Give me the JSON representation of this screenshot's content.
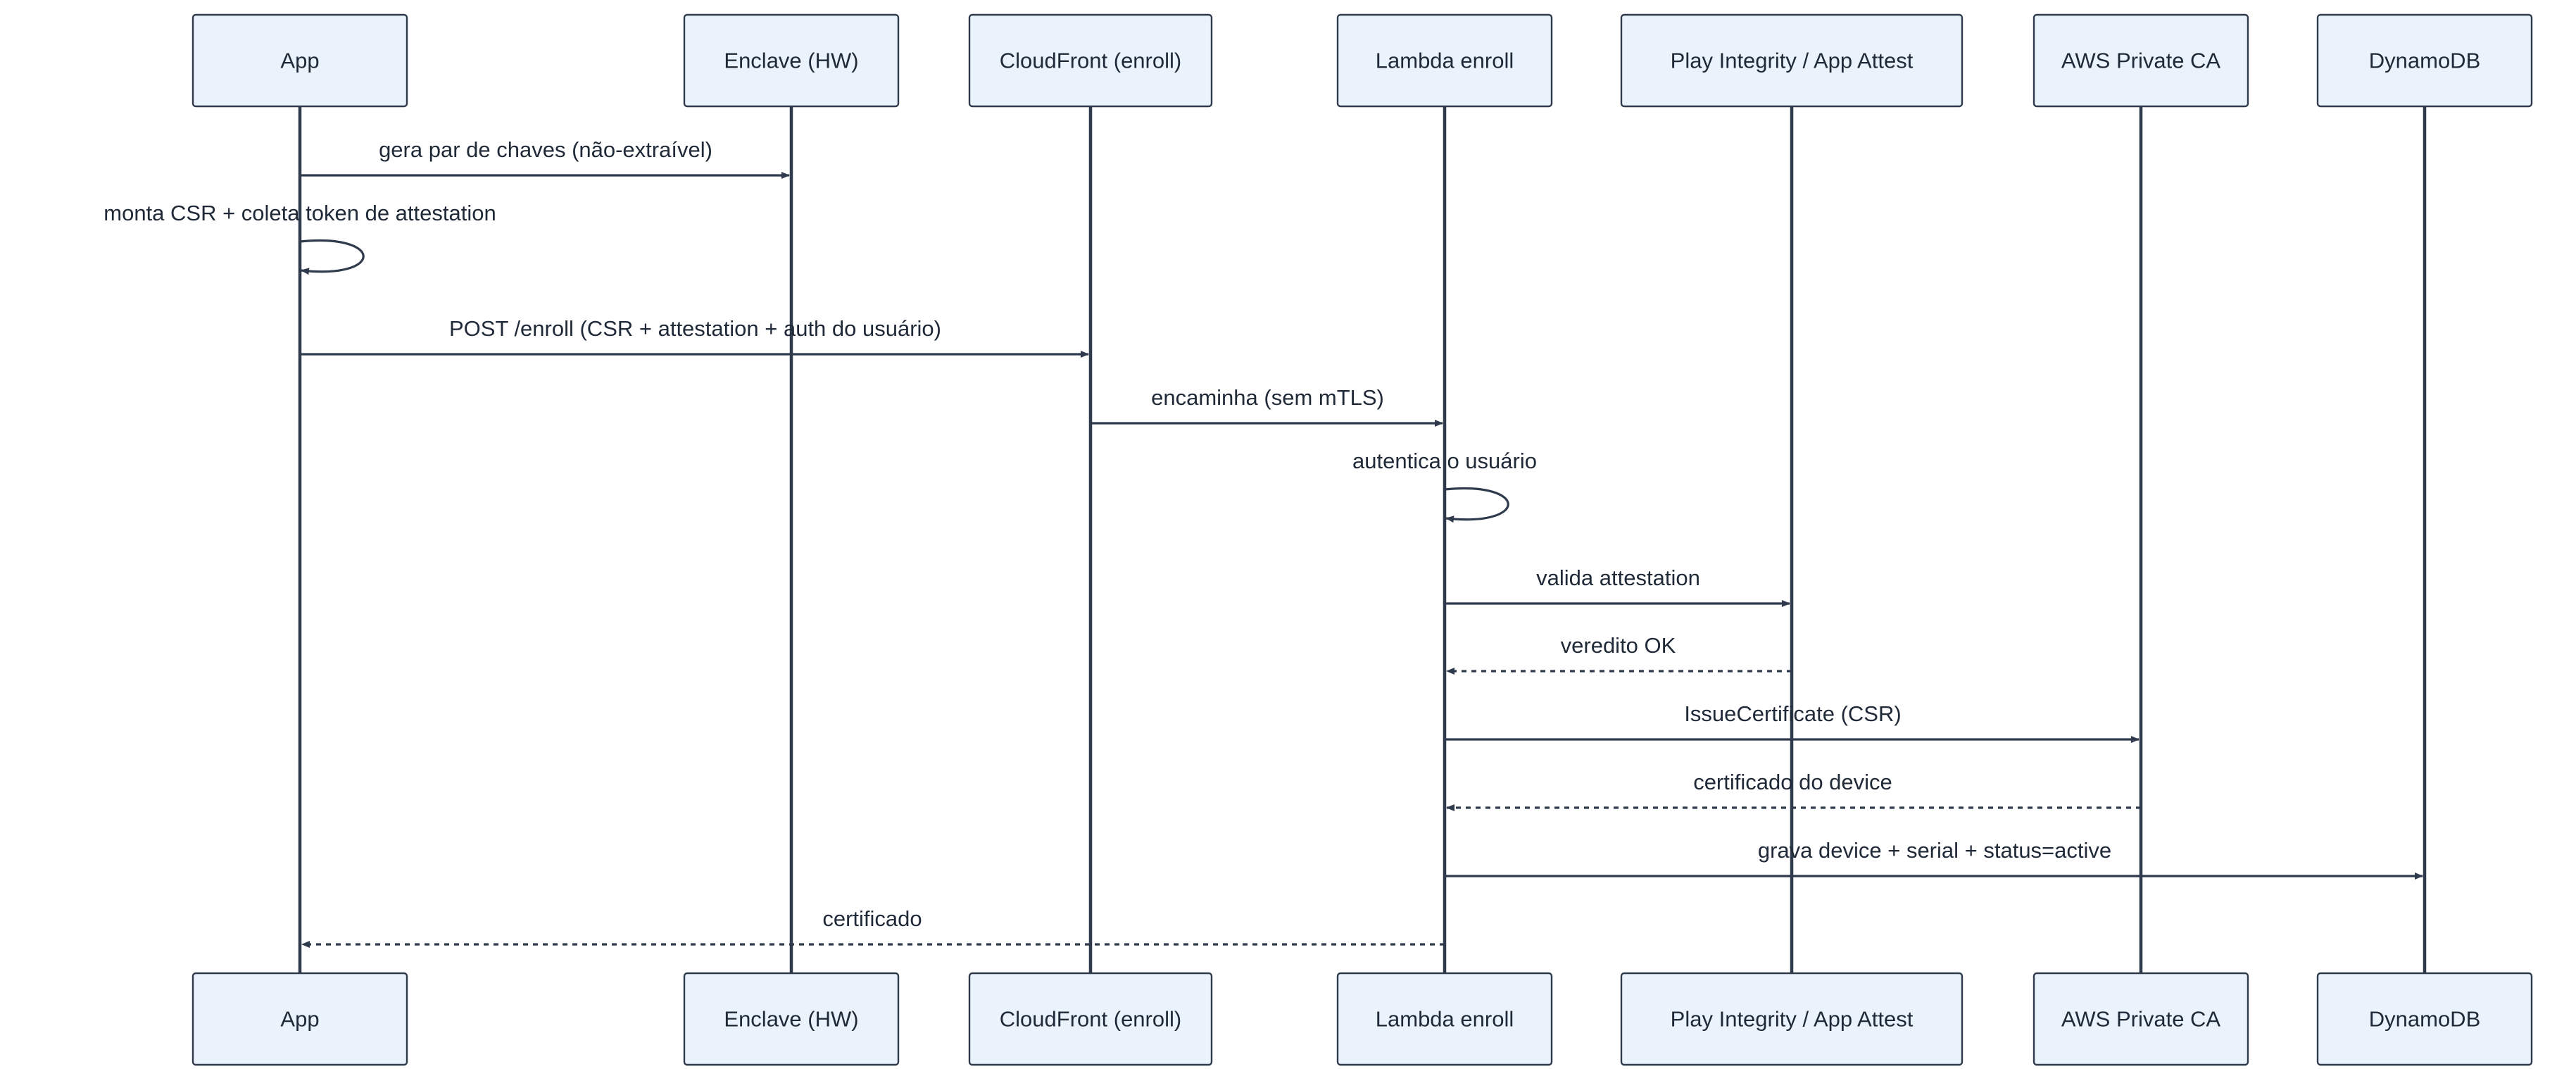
{
  "participants": [
    {
      "id": "app",
      "label": "App"
    },
    {
      "id": "enclave",
      "label": "Enclave (HW)"
    },
    {
      "id": "cloudfront",
      "label": "CloudFront (enroll)"
    },
    {
      "id": "lambda",
      "label": "Lambda enroll"
    },
    {
      "id": "attest",
      "label": "Play Integrity / App Attest"
    },
    {
      "id": "pca",
      "label": "AWS Private CA"
    },
    {
      "id": "dynamo",
      "label": "DynamoDB"
    }
  ],
  "messages": [
    {
      "from": "app",
      "to": "enclave",
      "label": "gera par de chaves (não-extraível)",
      "kind": "solid"
    },
    {
      "from": "app",
      "to": "app",
      "label": "monta CSR + coleta token de attestation",
      "kind": "self"
    },
    {
      "from": "app",
      "to": "cloudfront",
      "label": "POST /enroll (CSR + attestation + auth do usuário)",
      "kind": "solid"
    },
    {
      "from": "cloudfront",
      "to": "lambda",
      "label": "encaminha (sem mTLS)",
      "kind": "solid"
    },
    {
      "from": "lambda",
      "to": "lambda",
      "label": "autentica o usuário",
      "kind": "self"
    },
    {
      "from": "lambda",
      "to": "attest",
      "label": "valida attestation",
      "kind": "solid"
    },
    {
      "from": "attest",
      "to": "lambda",
      "label": "veredito OK",
      "kind": "dashed"
    },
    {
      "from": "lambda",
      "to": "pca",
      "label": "IssueCertificate (CSR)",
      "kind": "solid"
    },
    {
      "from": "pca",
      "to": "lambda",
      "label": "certificado do device",
      "kind": "dashed"
    },
    {
      "from": "lambda",
      "to": "dynamo",
      "label": "grava device + serial + status=active",
      "kind": "solid"
    },
    {
      "from": "lambda",
      "to": "app",
      "label": "certificado",
      "kind": "dashed"
    }
  ],
  "colors": {
    "actor_fill": "#eaf2fb",
    "stroke": "#2f3b4c",
    "text": "#1f2937"
  }
}
